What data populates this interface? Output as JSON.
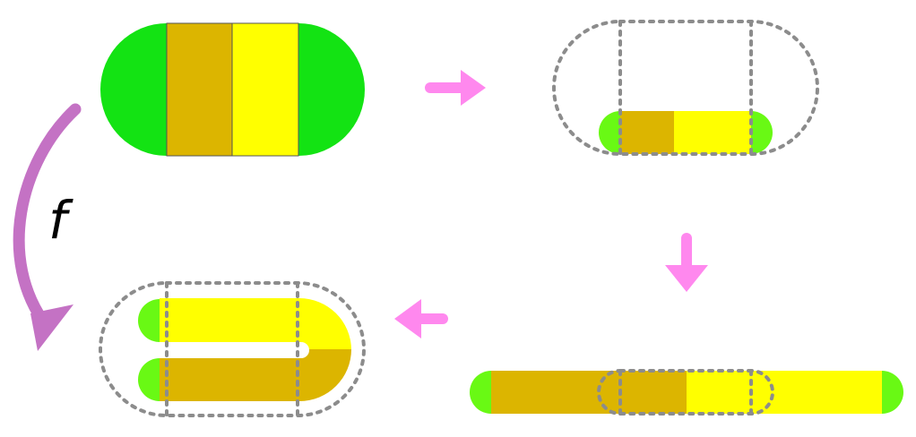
{
  "labels": {
    "map_name": "f"
  },
  "colors": {
    "green_end": "#13e313",
    "lime_end": "#69f914",
    "dark_yellow": "#dcb500",
    "yellow": "#ffff00",
    "dotted_outline": "#8c8c8c",
    "arrow_pink": "#ff88ee",
    "arrow_purple": "#c472c4",
    "edge": "#555555"
  },
  "stages": [
    "original-stadium",
    "compressed-strip",
    "stretched-strip",
    "folded-horseshoe"
  ]
}
